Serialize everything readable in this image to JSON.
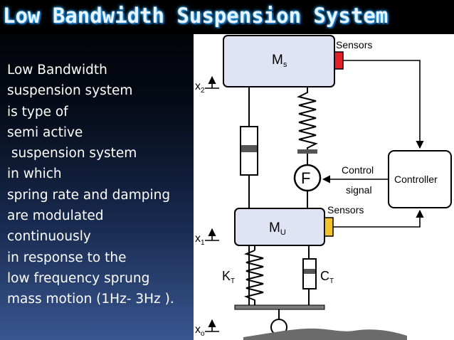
{
  "slide": {
    "title": "Low Bandwidth Suspension System",
    "lines": [
      "Low Bandwidth",
      "suspension system",
      "is type of",
      "semi active",
      " suspension system",
      "in which",
      "spring rate and damping",
      "are modulated",
      "continuously",
      "in response to the",
      "low frequency sprung",
      "mass motion (1Hz- 3Hz )."
    ]
  },
  "diagram": {
    "sensors_top": "Sensors",
    "sensors_mid": "Sensors",
    "controller": "Controller",
    "control_label_1": "Control",
    "control_label_2": "signal",
    "actuator": "F",
    "sprung_mass": {
      "main": "M",
      "sub": "s"
    },
    "unsprung_mass": {
      "main": "M",
      "sub": "U"
    },
    "x2": {
      "main": "x",
      "sub": "2"
    },
    "x1": {
      "main": "x",
      "sub": "1"
    },
    "x0": {
      "main": "x",
      "sub": "o"
    },
    "kt": {
      "main": "K",
      "sub": "T"
    },
    "ct": {
      "main": "C",
      "sub": "T"
    },
    "colors": {
      "mass_fill": "#dfe3f3",
      "sensor_top": "#e2202a",
      "sensor_mid": "#f2c230",
      "ground": "#6b6b6b"
    }
  }
}
